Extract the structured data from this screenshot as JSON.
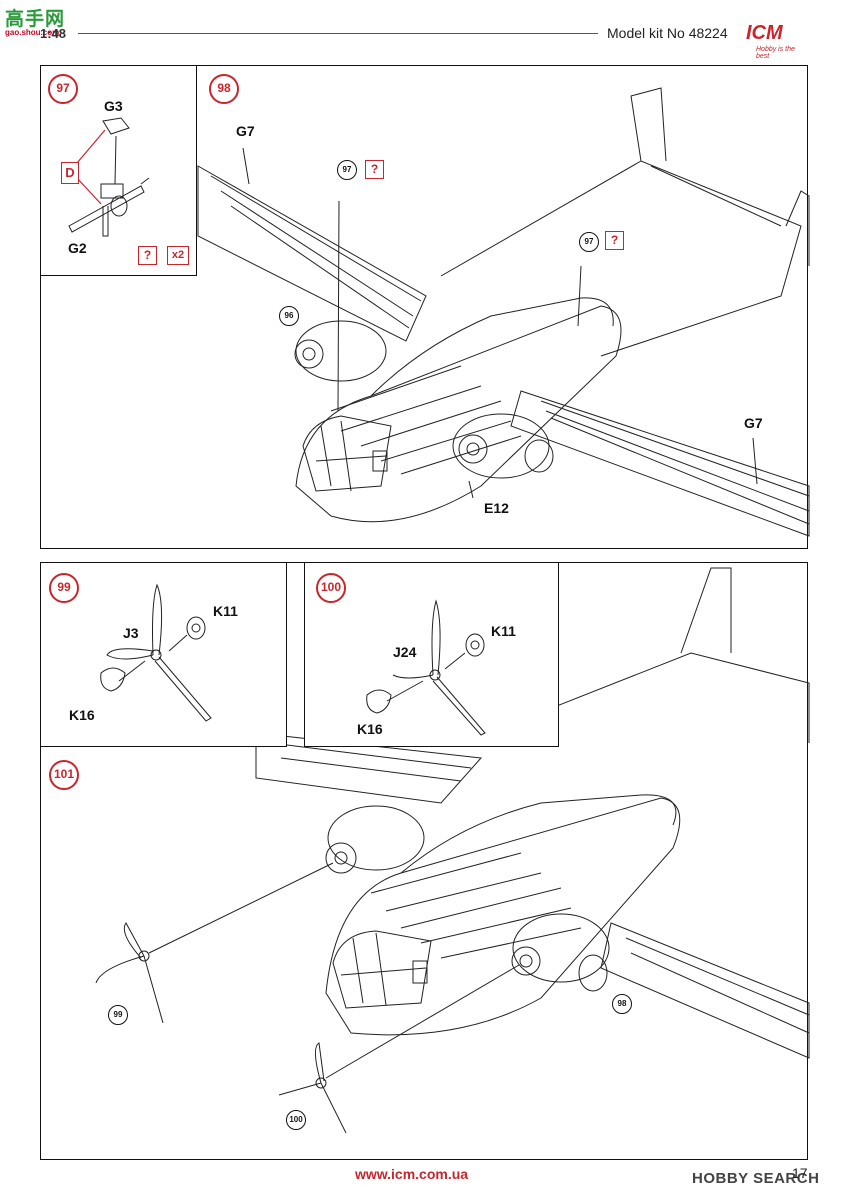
{
  "header": {
    "scale": "1:48",
    "kit_label": "Model kit No 48224",
    "brand_logo_text": "高手网",
    "brand_logo_sub": "gao.shou.com",
    "icm_logo": "ICM",
    "icm_tagline": "Hobby is the best"
  },
  "steps": {
    "s97": {
      "number": "97",
      "parts": [
        "G3",
        "G2"
      ],
      "option": "D",
      "question": "?",
      "multiplier": "x2"
    },
    "s98": {
      "number": "98",
      "parts": [
        "G7",
        "G7",
        "E12"
      ],
      "refs": [
        "97",
        "97",
        "96"
      ],
      "questions": [
        "?",
        "?"
      ]
    },
    "s99": {
      "number": "99",
      "parts": [
        "J3",
        "K11",
        "K16"
      ]
    },
    "s100": {
      "number": "100",
      "parts": [
        "J24",
        "K11",
        "K16"
      ]
    },
    "s101": {
      "number": "101",
      "refs": [
        "99",
        "98",
        "100"
      ]
    }
  },
  "footer": {
    "url": "www.icm.com.ua",
    "page_number": "17",
    "watermark": "HOBBY SEARCH"
  },
  "colors": {
    "accent_red": "#c9252c",
    "ink": "#111111"
  }
}
